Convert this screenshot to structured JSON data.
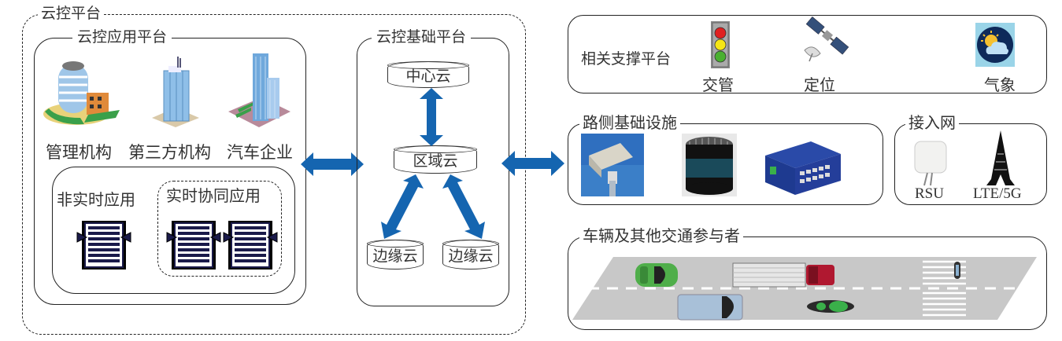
{
  "cloud_platform": {
    "title": "云控平台",
    "app_platform": {
      "title": "云控应用平台",
      "entities": [
        {
          "label": "管理机构",
          "icon": "government-building-icon"
        },
        {
          "label": "第三方机构",
          "icon": "office-tower-icon"
        },
        {
          "label": "汽车企业",
          "icon": "skyscraper-icon"
        }
      ],
      "apps": {
        "non_realtime": {
          "title": "非实时应用",
          "server_count": 1
        },
        "realtime": {
          "title": "实时协同应用",
          "server_count": 2
        }
      }
    },
    "base_platform": {
      "title": "云控基础平台",
      "center_cloud": "中心云",
      "region_cloud": "区域云",
      "edge_clouds": [
        "边缘云",
        "边缘云"
      ]
    }
  },
  "support_platform": {
    "title": "相关支撑平台",
    "items": [
      {
        "label": "交管",
        "icon": "traffic-light-icon"
      },
      {
        "label": "定位",
        "icon": "satellite-icon"
      },
      {
        "label": "气象",
        "icon": "weather-icon"
      }
    ]
  },
  "roadside": {
    "title": "路侧基础设施",
    "items": [
      {
        "icon": "roadside-camera-icon"
      },
      {
        "icon": "lidar-icon"
      },
      {
        "icon": "network-switch-icon"
      }
    ]
  },
  "access_network": {
    "title": "接入网",
    "items": [
      {
        "label": "RSU",
        "icon": "rsu-antenna-icon"
      },
      {
        "label": "LTE/5G",
        "icon": "cell-tower-icon"
      }
    ]
  },
  "traffic": {
    "title": "车辆及其他交通参与者",
    "participants": [
      "green-car",
      "truck",
      "van",
      "motorcycle",
      "pedestrian"
    ]
  },
  "colors": {
    "arrow": "#1565b0",
    "road": "#c8c8c8",
    "server": "#1a1a4a"
  }
}
